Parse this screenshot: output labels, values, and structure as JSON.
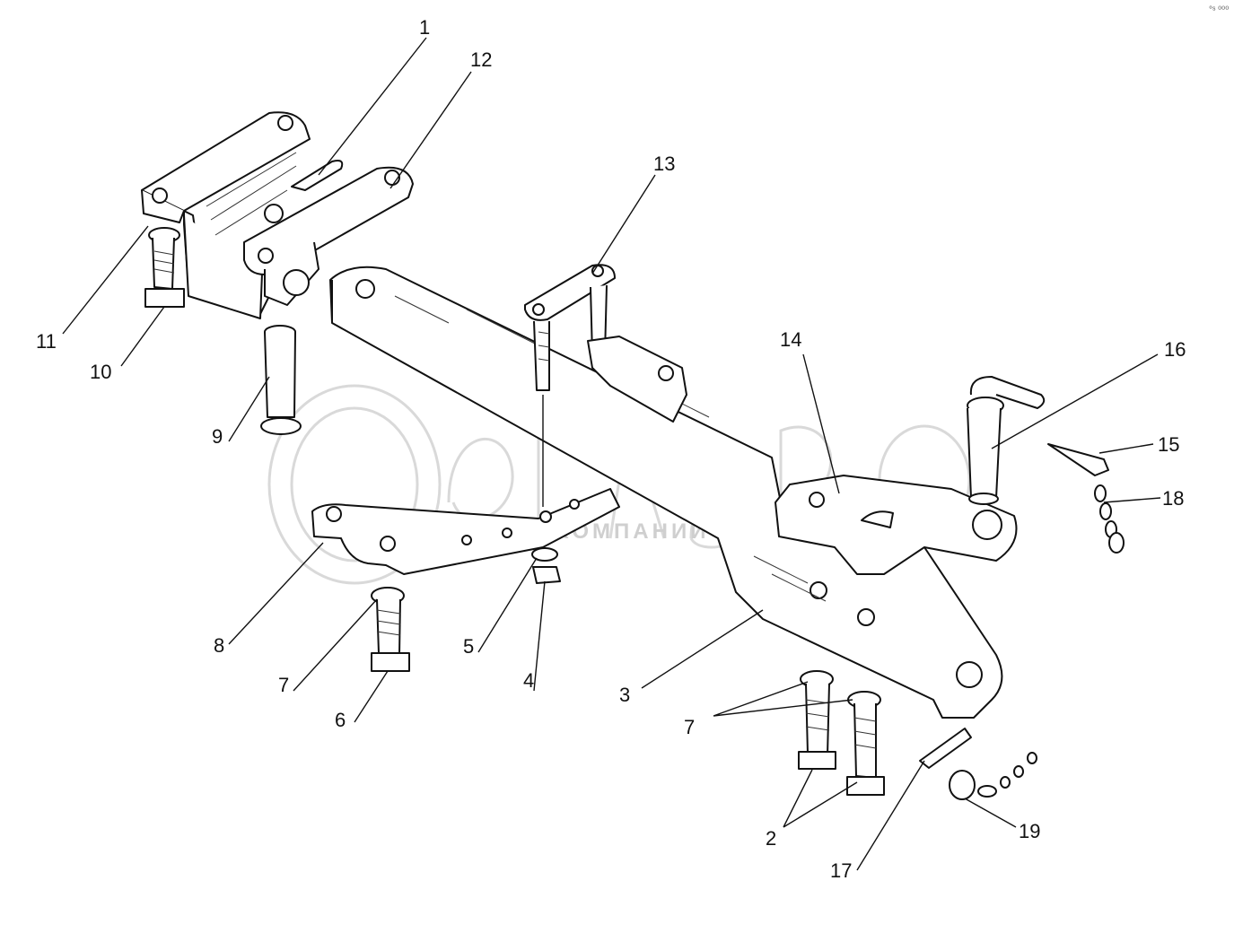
{
  "corner_mark": "°ˢ ⁰⁰⁰",
  "watermark": {
    "logo": "белагро",
    "subtitle": "ГРУППА КОМПАНИЙ"
  },
  "callouts": [
    {
      "id": "1",
      "label": "1"
    },
    {
      "id": "12",
      "label": "12"
    },
    {
      "id": "13",
      "label": "13"
    },
    {
      "id": "11",
      "label": "11"
    },
    {
      "id": "10",
      "label": "10"
    },
    {
      "id": "9",
      "label": "9"
    },
    {
      "id": "14",
      "label": "14"
    },
    {
      "id": "16",
      "label": "16"
    },
    {
      "id": "15",
      "label": "15"
    },
    {
      "id": "18",
      "label": "18"
    },
    {
      "id": "8",
      "label": "8"
    },
    {
      "id": "7a",
      "label": "7"
    },
    {
      "id": "6",
      "label": "6"
    },
    {
      "id": "5",
      "label": "5"
    },
    {
      "id": "4",
      "label": "4"
    },
    {
      "id": "3",
      "label": "3"
    },
    {
      "id": "7b",
      "label": "7"
    },
    {
      "id": "2",
      "label": "2"
    },
    {
      "id": "17",
      "label": "17"
    },
    {
      "id": "19",
      "label": "19"
    }
  ]
}
